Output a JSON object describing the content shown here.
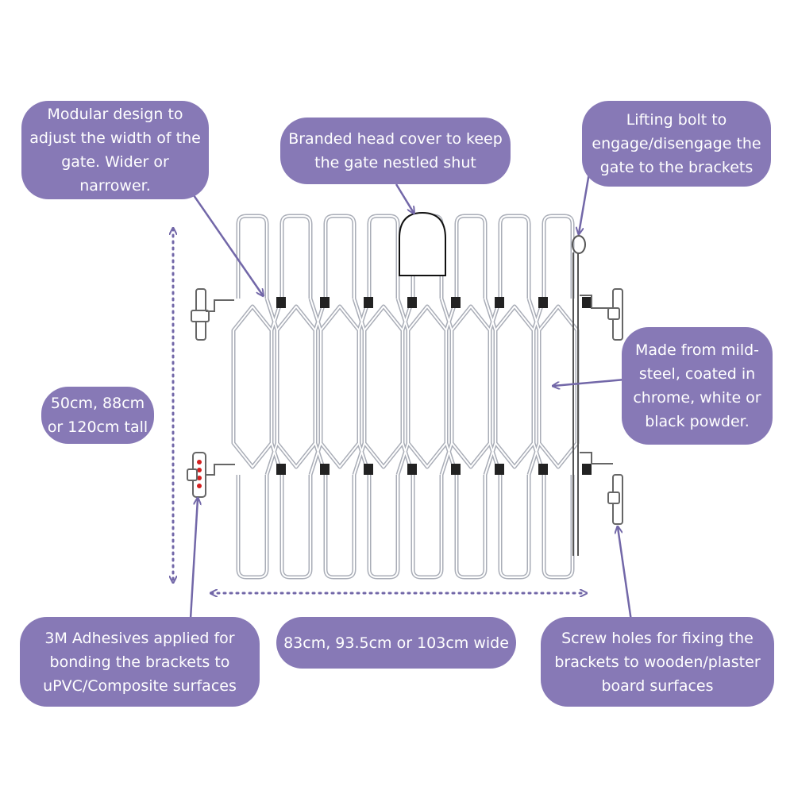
{
  "colors": {
    "callout_fill": "#8779b6",
    "callout_text": "#ffffff",
    "arrow": "#7267a8",
    "gate_wire": "#a9adb7",
    "clip": "#222222",
    "adhesive_dots": "#d42020"
  },
  "callouts": {
    "modular": [
      "Modular design to",
      "adjust the width of the",
      "gate. Wider or",
      "narrower."
    ],
    "head_cover": [
      "Branded head cover to keep",
      "the gate nestled shut"
    ],
    "lifting_bolt": [
      "Lifting bolt to",
      "engage/disengage the",
      "gate to the brackets"
    ],
    "material": [
      "Made from mild-",
      "steel, coated in",
      "chrome, white or",
      "black powder."
    ],
    "height": [
      "50cm, 88cm",
      "or 120cm tall"
    ],
    "adhesives": [
      "3M Adhesives applied for",
      "bonding the brackets to",
      "uPVC/Composite surfaces"
    ],
    "width": [
      "83cm, 93.5cm or 103cm wide"
    ],
    "screw_holes": [
      "Screw holes for fixing the",
      "brackets to wooden/plaster",
      "board surfaces"
    ]
  },
  "gate": {
    "panel_count": 8,
    "icons": [
      "head-cover-icon",
      "lifting-bolt-icon",
      "wall-bracket-icon",
      "adhesive-pad-icon",
      "connector-clip-icon"
    ]
  }
}
